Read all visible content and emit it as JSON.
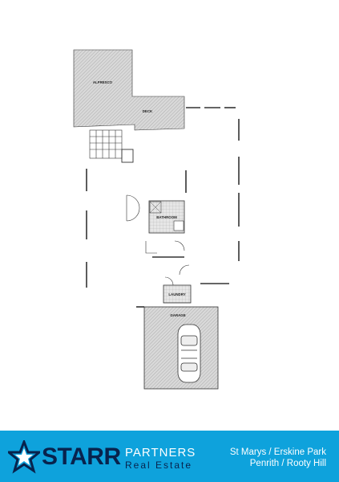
{
  "floorplan": {
    "rooms": [
      {
        "id": "alfresco",
        "name": "ALFRESCO",
        "dims": "",
        "area": ""
      },
      {
        "id": "deck",
        "name": "DECK",
        "dims": "",
        "area": ""
      },
      {
        "id": "bathroom",
        "name": "BATHROOM",
        "dims": "",
        "area": ""
      },
      {
        "id": "laundry",
        "name": "LAUNDRY",
        "dims": "",
        "area": ""
      },
      {
        "id": "garage",
        "name": "GARAGE",
        "dims": "",
        "area": ""
      }
    ],
    "disclaimer": ""
  },
  "brand": {
    "name_primary": "STARR",
    "name_secondary": "PARTNERS",
    "tagline": "Real Estate",
    "background_color": "#0ea2dc",
    "text_dark": "#08234d",
    "logo_icon": "star-icon"
  },
  "offices": {
    "line1": "St Marys / Erskine Park",
    "line2": "Penrith / Rooty Hill"
  }
}
